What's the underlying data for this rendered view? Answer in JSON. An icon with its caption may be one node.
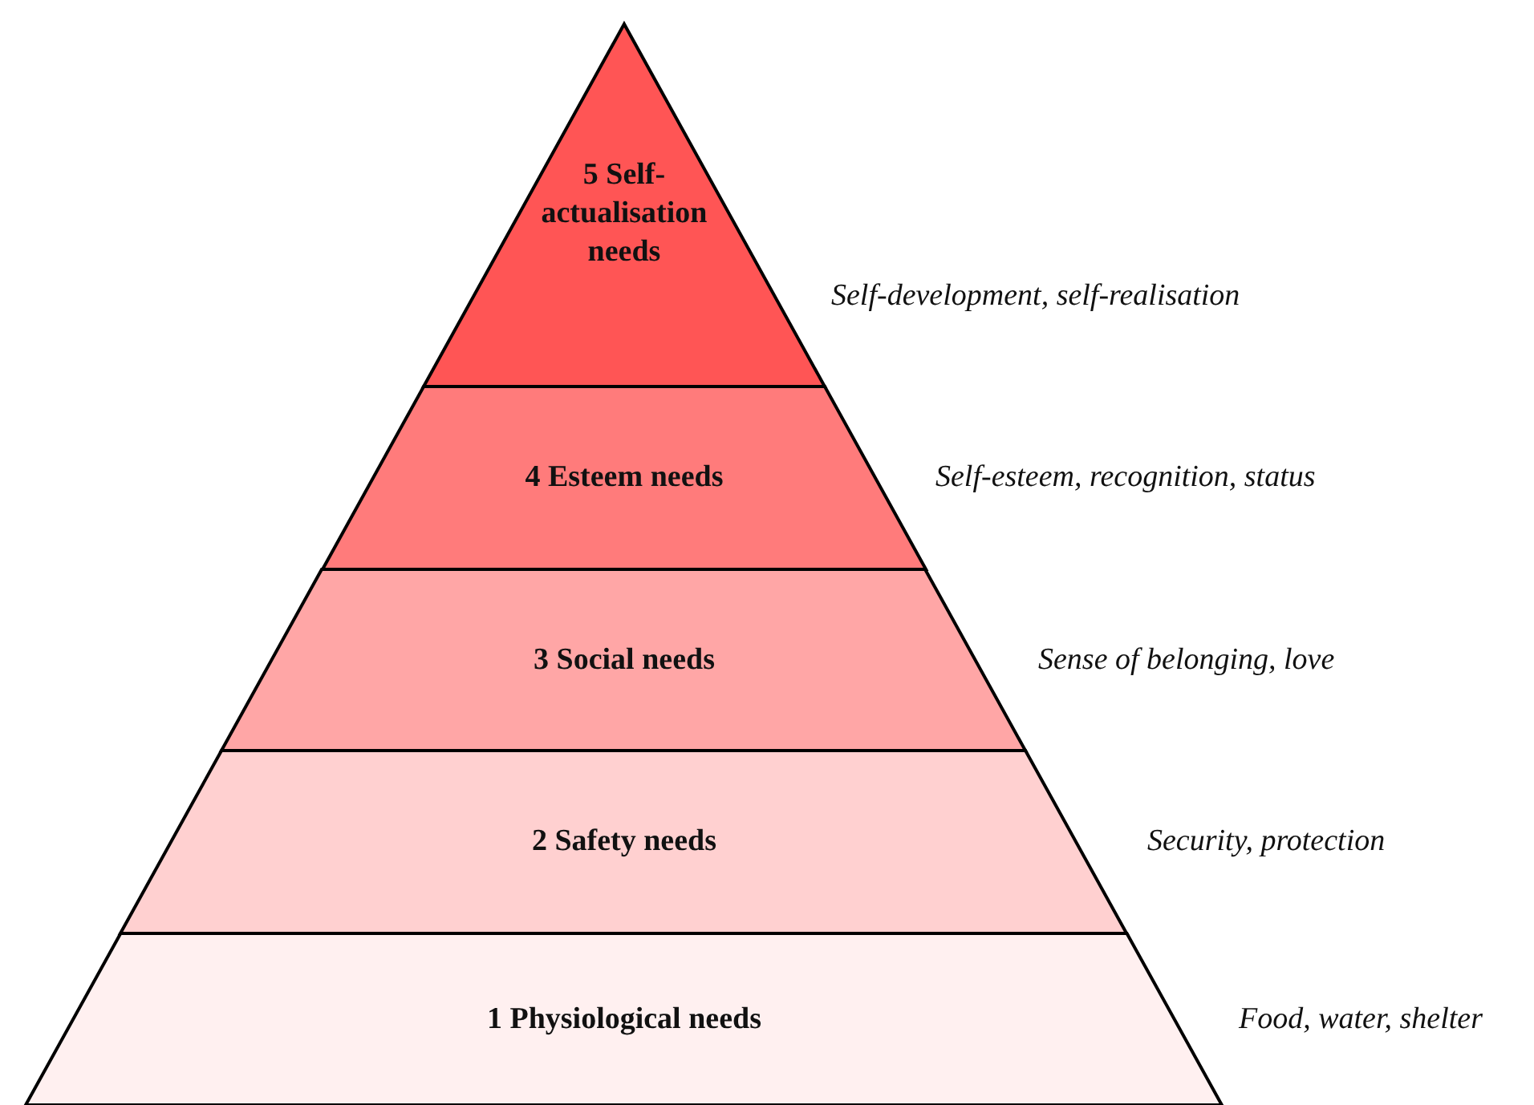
{
  "diagram": {
    "nodes": [
      {
        "text": [
          "5 Self-actualisation needs"
        ],
        "beside": [
          "Self-development, self-realisation"
        ]
      },
      {
        "text": [
          "4 Esteem needs"
        ],
        "beside": [
          "Self-esteem, recognition, status"
        ]
      },
      {
        "text": [
          "3 Social needs"
        ],
        "beside": [
          "Sense of belonging, love"
        ]
      },
      {
        "text": [
          "2 Safety needs"
        ],
        "beside": [
          "Security, protection"
        ]
      },
      {
        "text": [
          "1 Physiological needs"
        ],
        "beside": [
          "Food, water, shelter"
        ]
      }
    ]
  }
}
